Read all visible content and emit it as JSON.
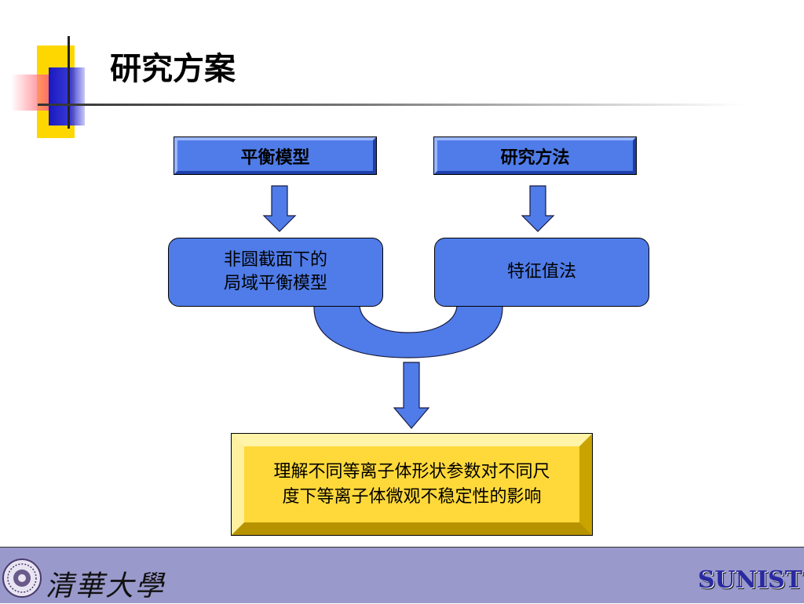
{
  "slide": {
    "title": "研究方案"
  },
  "diagram": {
    "inputs": [
      {
        "label": "平衡模型"
      },
      {
        "label": "研究方法"
      }
    ],
    "steps": [
      {
        "label": "非圆截面下的\n局域平衡模型"
      },
      {
        "label": "特征值法"
      }
    ],
    "result": {
      "label": "理解不同等离子体形状参数对不同尺\n度下等离子体微观不稳定性的影响"
    }
  },
  "footer": {
    "university": "清華大學",
    "brand": "SUNIST"
  },
  "colors": {
    "box_blue": "#4f7ce8",
    "result_gold": "#ffd93a",
    "footer_bg": "#9999cc",
    "brand_text": "#2a2aa0"
  }
}
